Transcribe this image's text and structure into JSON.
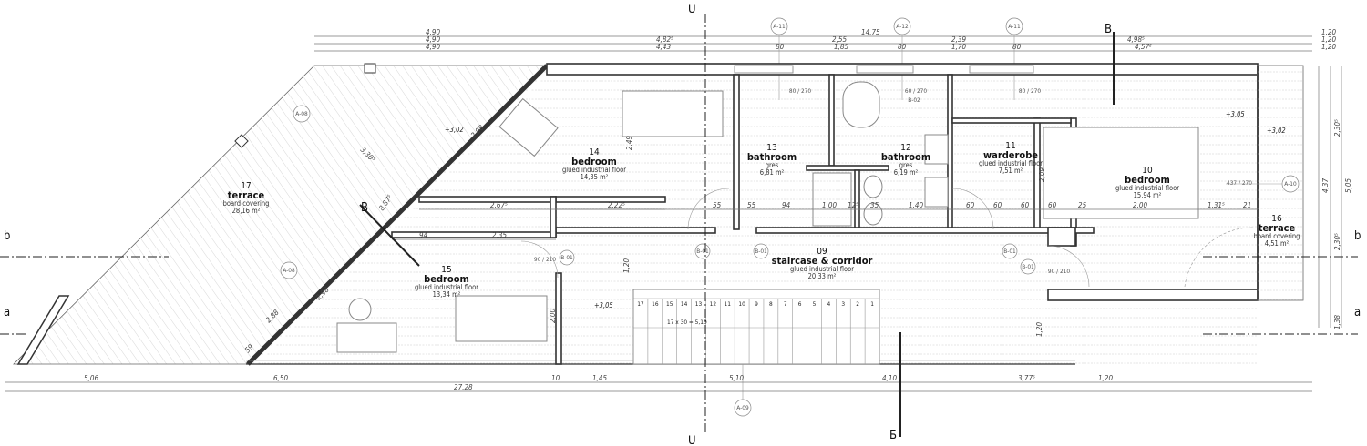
{
  "dimensions": {
    "top_row1": [
      "4,90",
      "14,75",
      "1,20"
    ],
    "top_row2": [
      "4,90",
      "4,82⁵",
      "2,55",
      "2,39",
      "4,98⁵",
      "1,20"
    ],
    "top_row3": [
      "4,90",
      "4,43",
      "80",
      "1,85",
      "80",
      "1,70",
      "80",
      "4,57⁵",
      "1,20"
    ],
    "bottom_row1": [
      "5,06",
      "6,50",
      "10",
      "1,45",
      "5,10",
      "4,10",
      "3,77⁵",
      "1,20"
    ],
    "bottom_total": "27,28",
    "right": [
      "2,30⁵",
      "4,37",
      "5,05",
      "2,30⁵",
      "1,38"
    ],
    "interior": [
      "2,67⁵",
      "2,35",
      "94",
      "2,22⁵",
      "55",
      "55",
      "94",
      "1,00",
      "12⁵",
      "35",
      "1,40",
      "60",
      "60",
      "60",
      "60",
      "25",
      "2,00",
      "1,31⁵",
      "21",
      "2,49",
      "2,09",
      "1,20",
      "2,00",
      "1,20",
      "2,98",
      "2,98",
      "3,30⁵",
      "2,88",
      "59",
      "8,87⁵"
    ]
  },
  "rooms": [
    {
      "number": "17",
      "name": "terrace",
      "floor": "board covering",
      "area": "28,16 m²"
    },
    {
      "number": "14",
      "name": "bedroom",
      "floor": "glued industrial floor",
      "area": "14,35 m²"
    },
    {
      "number": "13",
      "name": "bathroom",
      "floor": "gres",
      "area": "6,81 m²"
    },
    {
      "number": "12",
      "name": "bathroom",
      "floor": "gres",
      "area": "6,19 m²"
    },
    {
      "number": "11",
      "name": "warderobe",
      "floor": "glued industrial floor",
      "area": "7,51 m²"
    },
    {
      "number": "10",
      "name": "bedroom",
      "floor": "glued industrial floor",
      "area": "15,94 m²"
    },
    {
      "number": "16",
      "name": "terrace",
      "floor": "board covering",
      "area": "4,51 m²"
    },
    {
      "number": "09",
      "name": "staircase & corridor",
      "floor": "glued industrial floor",
      "area": "20,33 m²"
    },
    {
      "number": "15",
      "name": "bedroom",
      "floor": "glued industrial floor",
      "area": "13,34 m²"
    }
  ],
  "tags": {
    "window_a11": "A-11",
    "window_a12": "A-12",
    "window_a08": "A-08",
    "window_a10": "A-10",
    "window_a09": "A-09",
    "door_b01": "B-01",
    "door_b02": "B-02"
  },
  "openings": {
    "door": "90 / 210",
    "window_80": "80 / 270",
    "window_60": "60 / 270",
    "window_a10": "437 / 270"
  },
  "levels": [
    "+3,02",
    "+3,05",
    "+3,05",
    "+3,02"
  ],
  "sections": {
    "b": "b",
    "a": "a",
    "v": "В",
    "g": "Б",
    "c": "ᑌ"
  },
  "stair": {
    "steps": [
      "17",
      "16",
      "15",
      "14",
      "13",
      "12",
      "11",
      "10",
      "9",
      "8",
      "7",
      "6",
      "5",
      "4",
      "3",
      "2",
      "1"
    ],
    "formula": "17 x 30 = 5,10"
  }
}
